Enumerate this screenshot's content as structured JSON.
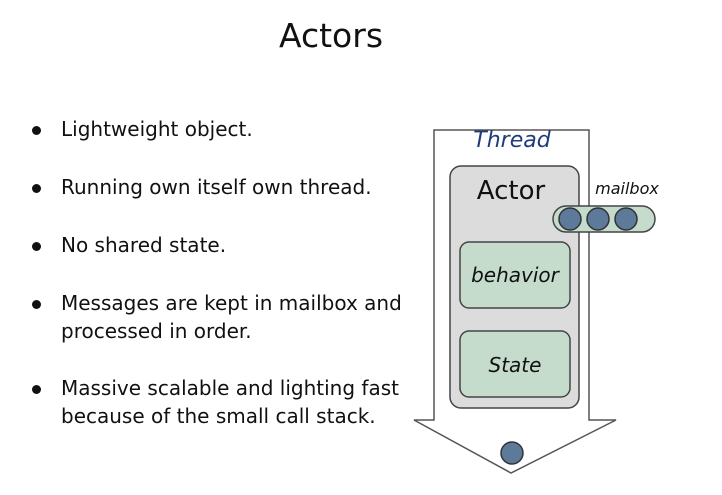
{
  "slide": {
    "title": "Actors",
    "bullets": [
      "Lightweight object.",
      "Running own itself own thread.",
      "No shared state.",
      "Messages are kept in mailbox and processed in order.",
      "Massive scalable and lighting fast because of the small call stack."
    ]
  },
  "diagram": {
    "thread_label": "Thread",
    "actor_label": "Actor",
    "mailbox_label": "mailbox",
    "behavior_label": "behavior",
    "state_label": "State",
    "mailbox_message_count": 3,
    "colors": {
      "thread_label": "#1f3d7a",
      "actor_box": "#dcdcdc",
      "inner_box": "#c5dccd",
      "message": "#5d7a9a"
    }
  }
}
